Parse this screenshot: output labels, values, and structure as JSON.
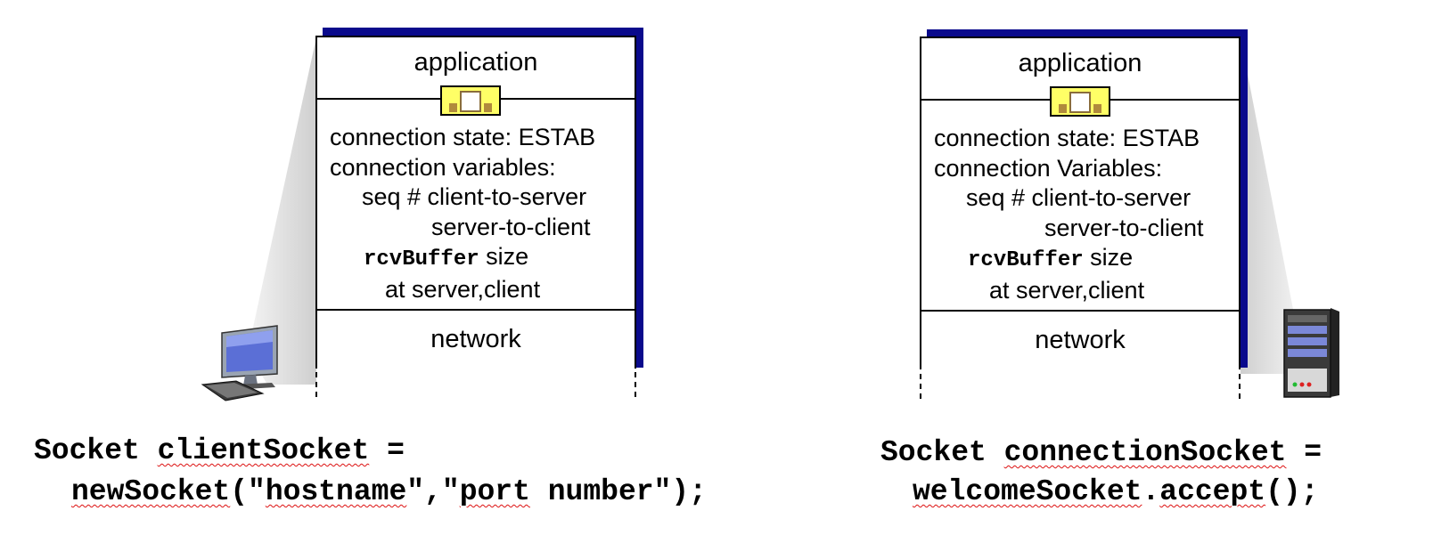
{
  "client": {
    "application_label": "application",
    "network_label": "network",
    "state_line": "connection state: ESTAB",
    "vars_title": "connection variables:",
    "seq_line": "seq # client-to-server",
    "seq_line2": "server-to-client",
    "rcv_code": "rcvBuffer",
    "rcv_size": " size",
    "rcv_line2": "at server,client",
    "code_line1_a": "Socket ",
    "code_line1_b": "clientSocket",
    "code_line1_c": " =",
    "code_line2_a": "newSocket",
    "code_line2_b": "(\"",
    "code_line2_c": "hostname",
    "code_line2_d": "\",\"",
    "code_line2_e": "port",
    "code_line2_f": " number\");",
    "device_icon": "desktop-computer-icon"
  },
  "server": {
    "application_label": "application",
    "network_label": "network",
    "state_line": "connection state: ESTAB",
    "vars_title": "connection Variables:",
    "seq_line": "seq # client-to-server",
    "seq_line2": "server-to-client",
    "rcv_code": "rcvBuffer",
    "rcv_size": " size",
    "rcv_line2": "at server,client",
    "code_line1_a": "Socket ",
    "code_line1_b": "connectionSocket",
    "code_line1_c": " =",
    "code_line2_a": "welcomeSocket",
    "code_line2_b": ".",
    "code_line2_c": "accept",
    "code_line2_d": "();",
    "device_icon": "server-tower-icon"
  },
  "colors": {
    "stack_shadow": "#0a0a8c",
    "socket_fill": "#ffff66",
    "spell_underline": "#dd1111"
  }
}
